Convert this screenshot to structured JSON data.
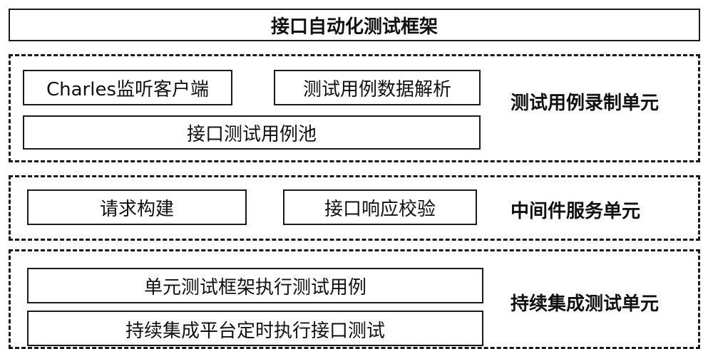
{
  "title": "接口自动化测试框架",
  "groups": [
    {
      "label": "测试用例录制单元",
      "modules": [
        "Charles监听客户端",
        "测试用例数据解析",
        "接口测试用例池"
      ]
    },
    {
      "label": "中间件服务单元",
      "modules": [
        "请求构建",
        "接口响应校验"
      ]
    },
    {
      "label": "持续集成测试单元",
      "modules": [
        "单元测试框架执行测试用例",
        "持续集成平台定时执行接口测试"
      ]
    }
  ]
}
